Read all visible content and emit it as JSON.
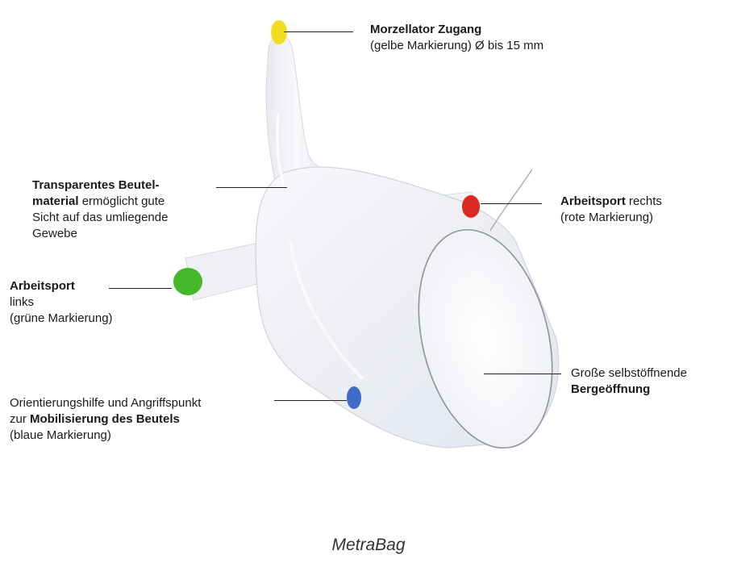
{
  "caption": "MetraBag",
  "markers": {
    "yellow": "#f2dc22",
    "red": "#dc2a20",
    "green": "#44b82a",
    "blue": "#3f6cc4"
  },
  "labels": {
    "morcellator": {
      "bold": "Morzellator Zugang",
      "text": "(gelbe Markierung) Ø bis 15 mm"
    },
    "transparent": {
      "bold1": "Transparentes Beutel-",
      "bold2": "material",
      "text1": " ermöglicht gute",
      "text2": "Sicht auf das umliegende",
      "text3": "Gewebe"
    },
    "right_port": {
      "bold": "Arbeitsport",
      "text1": " rechts",
      "text2": "(rote Markierung)"
    },
    "left_port": {
      "bold": "Arbeitsport",
      "text1": "links",
      "text2": "(grüne Markierung)"
    },
    "orientation": {
      "text1": "Orientierungshilfe und Angriffspunkt",
      "text2": "zur ",
      "bold": "Mobilisierung des Beutels",
      "text3": "(blaue Markierung)"
    },
    "opening": {
      "text": "Große selbstöffnende",
      "bold": "Bergeöffnung"
    }
  }
}
